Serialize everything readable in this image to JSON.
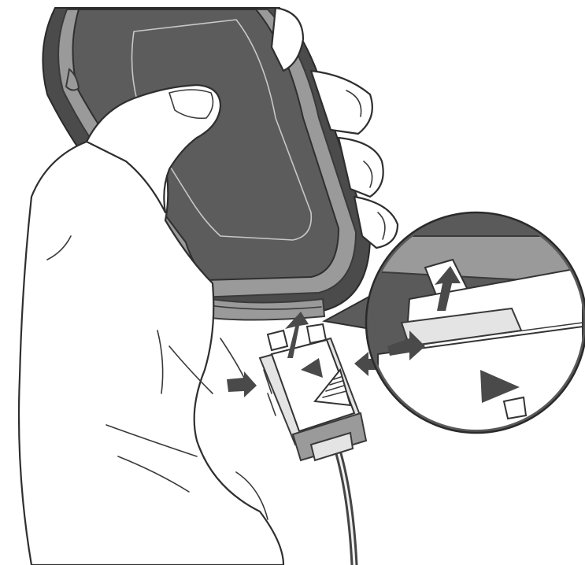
{
  "figure": {
    "elements": [
      "phone-body",
      "hand",
      "thumb",
      "fingers",
      "data-cable-connector",
      "cable",
      "magnified-detail-circle",
      "insert-direction-arrow",
      "side-press-arrows"
    ]
  },
  "colors": {
    "line": "#2f2f2f",
    "phone_body": "#5c5c5c",
    "phone_rim": "#9a9a9a",
    "connector": "#e4e4e4",
    "detail_circle": "#5a5a5a",
    "arrows": "#4a4a4a",
    "background": "#ffffff"
  }
}
